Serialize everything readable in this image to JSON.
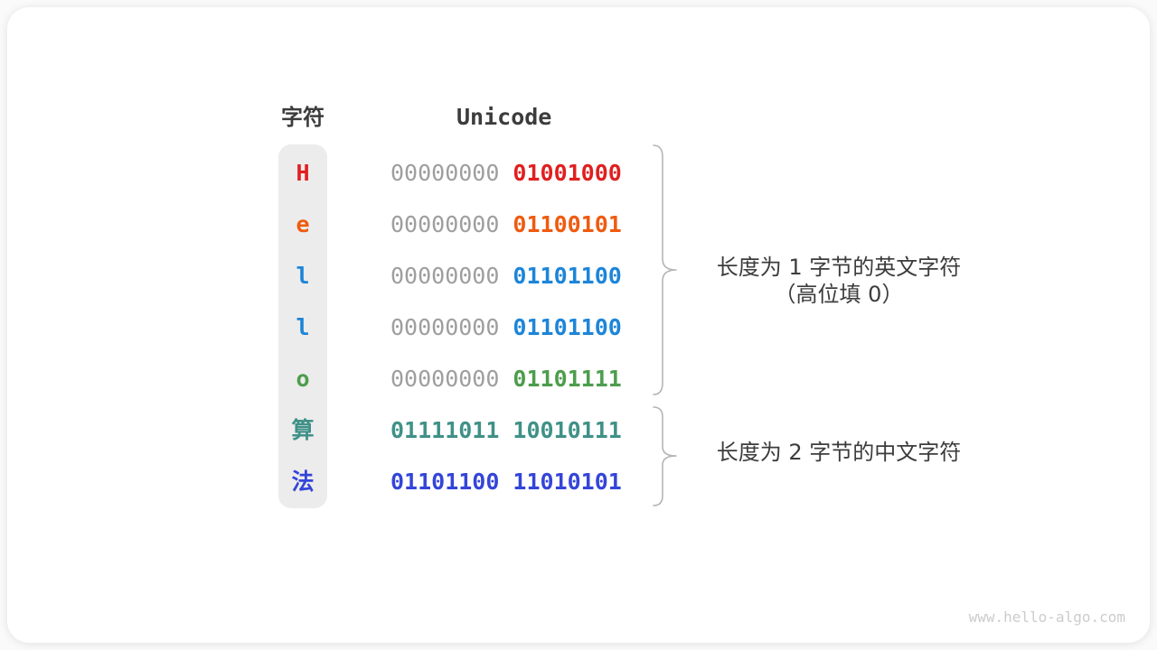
{
  "page": {
    "watermark": "www.hello-algo.com"
  },
  "palette": {
    "card_bg": "#ffffff",
    "page_bg": "#fafafa",
    "strip_bg": "#ececec",
    "heading_text": "#3c3c3c",
    "gray_byte": "#9e9e9e",
    "brace": "#b5b5b5",
    "watermark": "#cccccc"
  },
  "table": {
    "headers": {
      "char": "字符",
      "unicode": "Unicode"
    },
    "rows": [
      {
        "char": "H",
        "char_color": "#e01f1f",
        "high_byte": "00000000",
        "high_byte_color": "#9e9e9e",
        "high_byte_bold": false,
        "low_byte": "01001000",
        "low_byte_color": "#e01f1f"
      },
      {
        "char": "e",
        "char_color": "#ef5b10",
        "high_byte": "00000000",
        "high_byte_color": "#9e9e9e",
        "high_byte_bold": false,
        "low_byte": "01100101",
        "low_byte_color": "#ef5b10"
      },
      {
        "char": "l",
        "char_color": "#1d85d8",
        "high_byte": "00000000",
        "high_byte_color": "#9e9e9e",
        "high_byte_bold": false,
        "low_byte": "01101100",
        "low_byte_color": "#1d85d8"
      },
      {
        "char": "l",
        "char_color": "#1d85d8",
        "high_byte": "00000000",
        "high_byte_color": "#9e9e9e",
        "high_byte_bold": false,
        "low_byte": "01101100",
        "low_byte_color": "#1d85d8"
      },
      {
        "char": "o",
        "char_color": "#4d9d4d",
        "high_byte": "00000000",
        "high_byte_color": "#9e9e9e",
        "high_byte_bold": false,
        "low_byte": "01101111",
        "low_byte_color": "#4d9d4d"
      },
      {
        "char": "算",
        "char_color": "#3f9187",
        "high_byte": "01111011",
        "high_byte_color": "#3f9187",
        "high_byte_bold": true,
        "low_byte": "10010111",
        "low_byte_color": "#3f9187"
      },
      {
        "char": "法",
        "char_color": "#3445d8",
        "high_byte": "01101100",
        "high_byte_color": "#3445d8",
        "high_byte_bold": true,
        "low_byte": "11010101",
        "low_byte_color": "#3445d8"
      }
    ]
  },
  "annotations": [
    {
      "line1": "长度为 1 字节的英文字符",
      "line2": "（高位填 0）"
    },
    {
      "line1": "长度为 2 字节的中文字符",
      "line2": ""
    }
  ]
}
